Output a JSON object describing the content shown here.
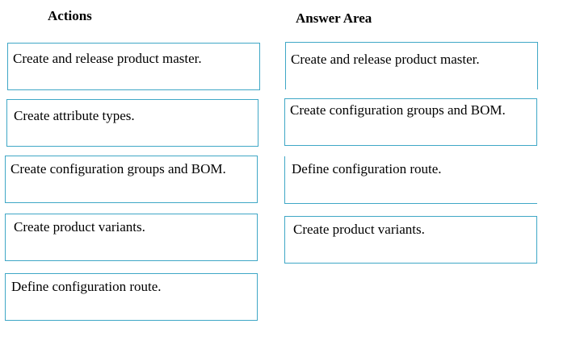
{
  "actions": {
    "title": "Actions",
    "items": [
      "Create and release product master.",
      "Create attribute types.",
      "Create configuration groups and BOM.",
      "Create product variants.",
      "Define configuration route."
    ]
  },
  "answer_area": {
    "title": "Answer Area",
    "items": [
      "Create and release product master.",
      "Create configuration groups and BOM.",
      "Define configuration route.",
      "Create product variants."
    ]
  },
  "colors": {
    "box_border": "#3fa7c6",
    "text": "#000000",
    "background": "#ffffff"
  }
}
